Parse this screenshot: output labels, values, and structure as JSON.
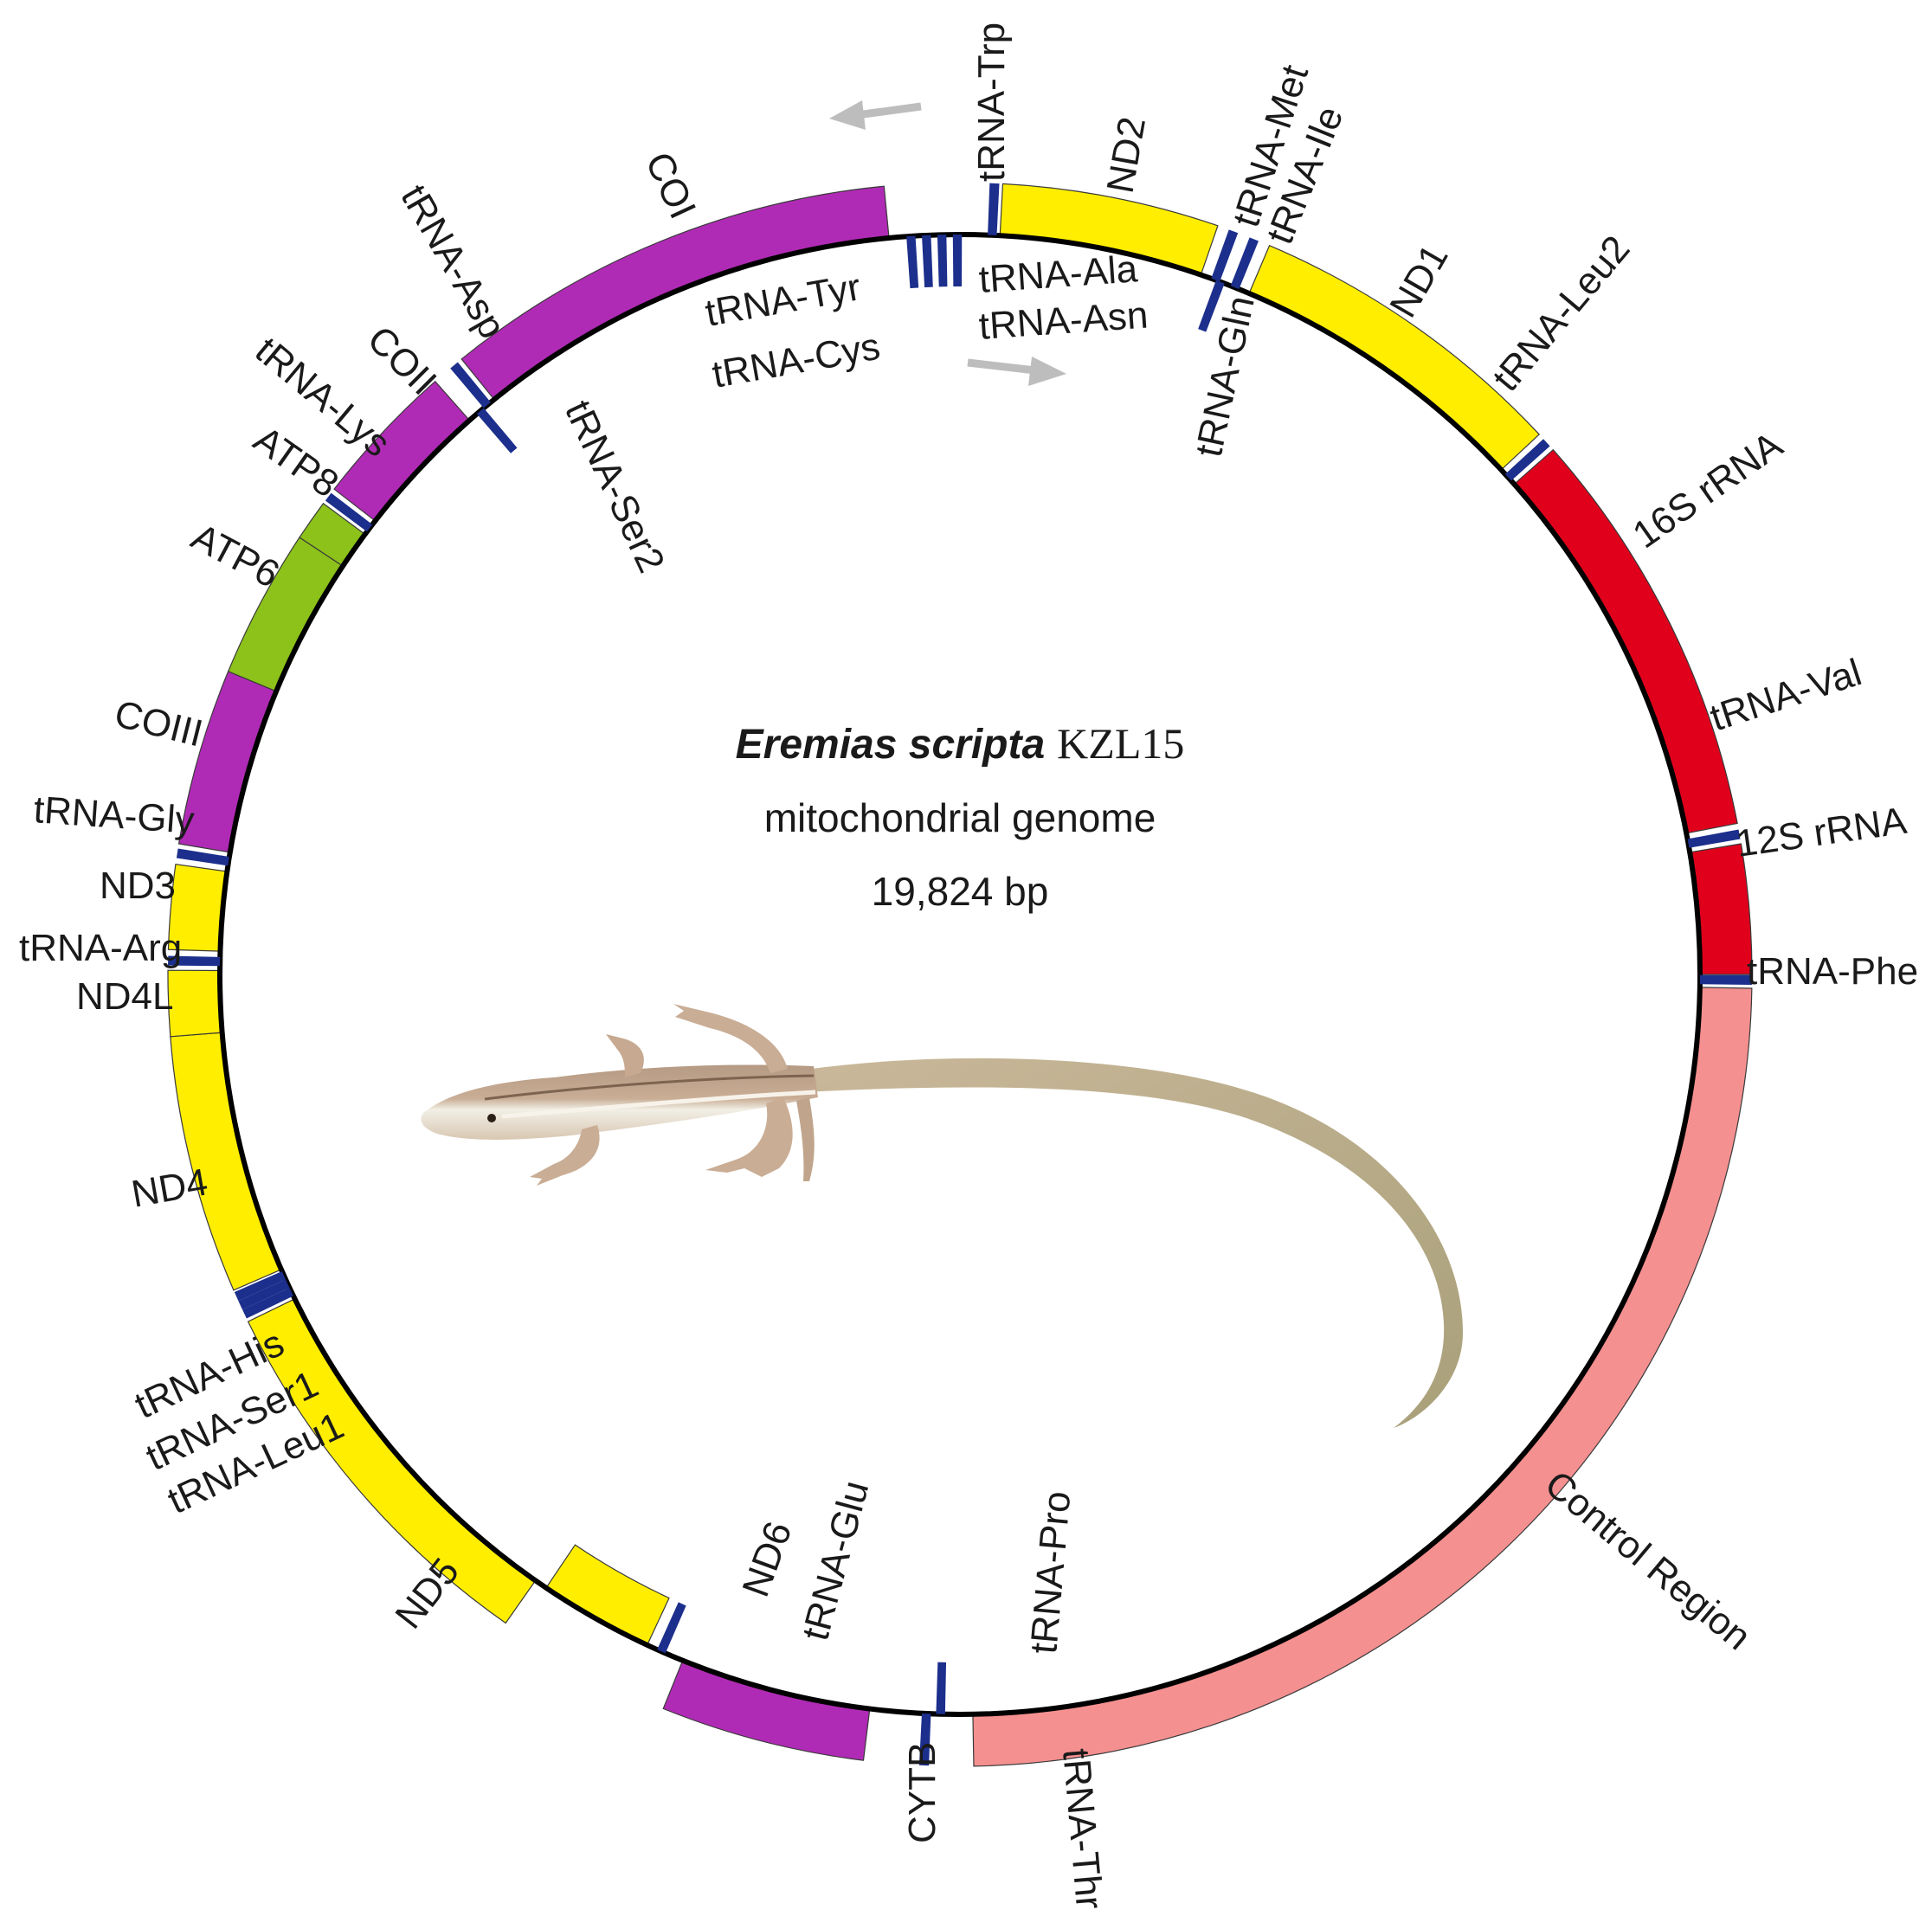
{
  "title": {
    "species": "Eremias scripta",
    "strain": "KZL15",
    "subtitle": "mitochondrial genome",
    "length": "19,824 bp"
  },
  "colors": {
    "rRNA": "#e0001b",
    "control_region": "#f59090",
    "ND": "#ffee00",
    "CO_CYTB": "#b02bb5",
    "ATP": "#8cc21a",
    "tRNA": "#1c2f8c",
    "backbone": "#000000",
    "arrow": "#bdbdbd"
  },
  "genes": [
    {
      "name": "12S rRNA",
      "type": "rRNA"
    },
    {
      "name": "tRNA-Val",
      "type": "tRNA"
    },
    {
      "name": "16S rRNA",
      "type": "rRNA"
    },
    {
      "name": "tRNA-Leu2",
      "type": "tRNA"
    },
    {
      "name": "ND1",
      "type": "ND"
    },
    {
      "name": "tRNA-Ile",
      "type": "tRNA"
    },
    {
      "name": "tRNA-Gln",
      "type": "tRNA"
    },
    {
      "name": "tRNA-Met",
      "type": "tRNA"
    },
    {
      "name": "ND2",
      "type": "ND"
    },
    {
      "name": "tRNA-Trp",
      "type": "tRNA"
    },
    {
      "name": "tRNA-Ala",
      "type": "tRNA"
    },
    {
      "name": "tRNA-Asn",
      "type": "tRNA"
    },
    {
      "name": "tRNA-Cys",
      "type": "tRNA"
    },
    {
      "name": "tRNA-Tyr",
      "type": "tRNA"
    },
    {
      "name": "COI",
      "type": "CO_CYTB"
    },
    {
      "name": "tRNA-Ser2",
      "type": "tRNA"
    },
    {
      "name": "tRNA-Asp",
      "type": "tRNA"
    },
    {
      "name": "COII",
      "type": "CO_CYTB"
    },
    {
      "name": "tRNA-Lys",
      "type": "tRNA"
    },
    {
      "name": "ATP8",
      "type": "ATP"
    },
    {
      "name": "ATP6",
      "type": "ATP"
    },
    {
      "name": "COIII",
      "type": "CO_CYTB"
    },
    {
      "name": "tRNA-Gly",
      "type": "tRNA"
    },
    {
      "name": "ND3",
      "type": "ND"
    },
    {
      "name": "tRNA-Arg",
      "type": "tRNA"
    },
    {
      "name": "ND4L",
      "type": "ND"
    },
    {
      "name": "ND4",
      "type": "ND"
    },
    {
      "name": "tRNA-His",
      "type": "tRNA"
    },
    {
      "name": "tRNA-Ser1",
      "type": "tRNA"
    },
    {
      "name": "tRNA-Leu1",
      "type": "tRNA"
    },
    {
      "name": "ND5",
      "type": "ND"
    },
    {
      "name": "ND6",
      "type": "ND"
    },
    {
      "name": "tRNA-Glu",
      "type": "tRNA"
    },
    {
      "name": "CYTB",
      "type": "CO_CYTB"
    },
    {
      "name": "tRNA-Thr",
      "type": "tRNA"
    },
    {
      "name": "tRNA-Pro",
      "type": "tRNA"
    },
    {
      "name": "Control Region",
      "type": "control_region"
    },
    {
      "name": "tRNA-Phe",
      "type": "tRNA"
    }
  ],
  "labels": {
    "tRNA-Trp": "tRNA-Trp",
    "ND2": "ND2",
    "tRNA-Met": "tRNA-Met",
    "tRNA-Ile": "tRNA-Ile",
    "COI": "COI",
    "tRNA-Asp": "tRNA-Asp",
    "COII": "COII",
    "tRNA-Lys": "tRNA-Lys",
    "ATP8": "ATP8",
    "ATP6": "ATP6",
    "COIII": "COIII",
    "tRNA-Gly": "tRNA-Gly",
    "ND3": "ND3",
    "tRNA-Arg": "tRNA-Arg",
    "ND4L": "ND4L",
    "ND4": "ND4",
    "tRNA-His": "tRNA-His",
    "tRNA-Ser1": "tRNA-Ser1",
    "tRNA-Leu1": "tRNA-Leu1",
    "ND5": "ND5",
    "ND6": "ND6",
    "tRNA-Glu": "tRNA-Glu",
    "CYTB": "CYTB",
    "tRNA-Thr": "tRNA-Thr",
    "tRNA-Pro": "tRNA-Pro",
    "Control Region": "Control Region",
    "tRNA-Phe": "tRNA-Phe",
    "12S rRNA": "12S rRNA",
    "tRNA-Val": "tRNA-Val",
    "16S rRNA": "16S rRNA",
    "tRNA-Leu2": "tRNA-Leu2",
    "ND1": "ND1",
    "tRNA-Gln": "tRNA-Gln",
    "tRNA-Ala": "tRNA-Ala",
    "tRNA-Asn": "tRNA-Asn",
    "tRNA-Tyr": "tRNA-Tyr",
    "tRNA-Cys": "tRNA-Cys",
    "tRNA-Ser2": "tRNA-Ser2"
  },
  "photo": {
    "subject": "lizard-photo"
  }
}
